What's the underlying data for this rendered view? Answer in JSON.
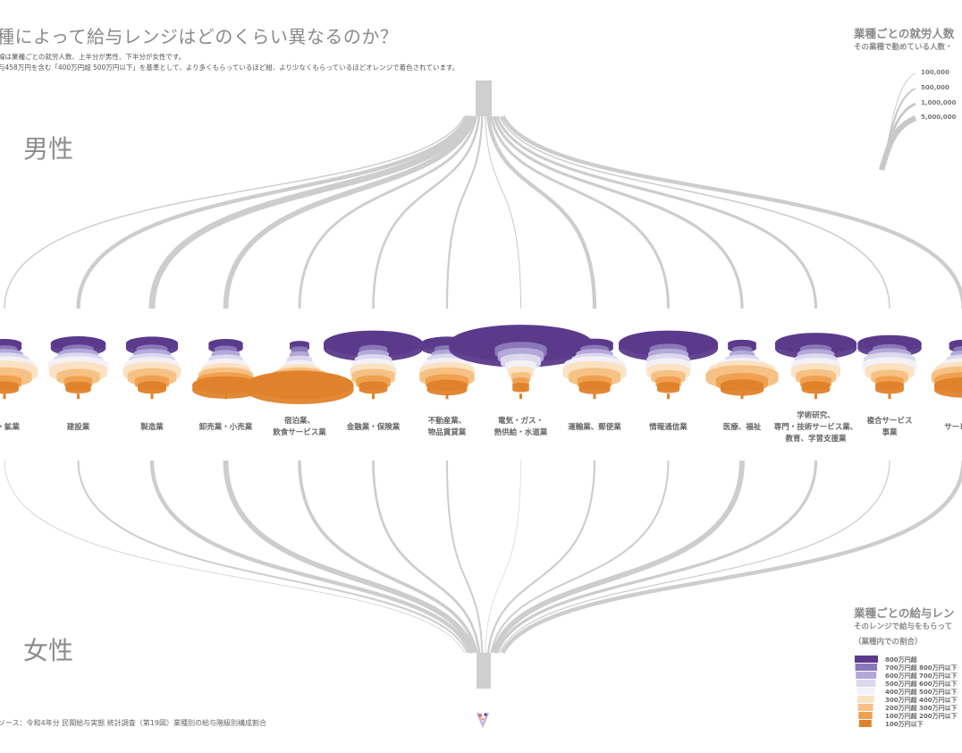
{
  "header": {
    "title": "種によって給与レンジはどのくらい異なるのか？",
    "subtitle1": "線は業種ごとの就労人数、上半分が男性、下半分が女性です。",
    "subtitle2": "与458万円を含む「400万円超 500万円以下」を基準として、より多くもらっているほど紺、より少なくもらっているほどオレンジで着色されています。"
  },
  "labels": {
    "male": "男性",
    "female": "女性"
  },
  "source": "ソース：令和4年分 民間給与実態 統計調査（第19図）業種別の給与階級別構成割合",
  "width_legend": {
    "title": "業種ごとの就労人数",
    "subtitle": "その業種で勤めている人数・",
    "items": [
      "100,000",
      "500,000",
      "1,000,000",
      "5,000,000"
    ]
  },
  "range_legend": {
    "title": "業種ごとの給与レン",
    "subtitle1": "そのレンジで給与をもらって",
    "subtitle2": "（業種内での割合）",
    "items": [
      "800万円超",
      "700万円超 800万円以下",
      "600万円超 700万円以下",
      "500万円超 600万円以下",
      "400万円超 500万円以下",
      "300万円超 400万円以下",
      "200万円超 300万円以下",
      "100万円超 200万円以下",
      "100万円以下"
    ],
    "colors": [
      "#5b3a8c",
      "#8a78b8",
      "#b3a8d8",
      "#dcd8ee",
      "#f3f1f7",
      "#fbe2c2",
      "#f6c184",
      "#f0a04f",
      "#e0822b"
    ]
  },
  "chart_data": {
    "type": "sankey-stack",
    "bracket_labels": [
      "800万円超",
      "700万円超 800万円以下",
      "600万円超 700万円以下",
      "500万円超 600万円以下",
      "400万円超 500万円以下",
      "300万円超 400万円以下",
      "200万円超 300万円以下",
      "100万円超 200万円以下",
      "100万円以下"
    ],
    "industries": [
      {
        "name": "産・鉱業",
        "male": 250000,
        "female": 70000,
        "dist": [
          8,
          5,
          9,
          13,
          17,
          19,
          15,
          8,
          6
        ]
      },
      {
        "name": "建設業",
        "male": 2300000,
        "female": 500000,
        "dist": [
          15,
          7,
          10,
          13,
          17,
          16,
          11,
          6,
          5
        ]
      },
      {
        "name": "製造業",
        "male": 5800000,
        "female": 2300000,
        "dist": [
          14,
          7,
          9,
          12,
          15,
          16,
          13,
          8,
          6
        ]
      },
      {
        "name": "卸売業・小売業",
        "male": 4200000,
        "female": 4300000,
        "dist": [
          8,
          4,
          6,
          8,
          11,
          13,
          15,
          16,
          19
        ]
      },
      {
        "name": "宿泊業、\n飲食サービス業",
        "male": 1000000,
        "female": 1600000,
        "dist": [
          3,
          2,
          3,
          5,
          7,
          10,
          15,
          22,
          33
        ]
      },
      {
        "name": "金融業・保険業",
        "male": 800000,
        "female": 900000,
        "dist": [
          30,
          6,
          7,
          9,
          11,
          12,
          11,
          8,
          6
        ]
      },
      {
        "name": "不動産業、\n物品賃貸業",
        "male": 600000,
        "female": 500000,
        "dist": [
          14,
          5,
          7,
          10,
          13,
          15,
          15,
          11,
          10
        ]
      },
      {
        "name": "電気・ガス・\n熱供給・水道業",
        "male": 150000,
        "female": 30000,
        "dist": [
          45,
          14,
          12,
          10,
          7,
          5,
          3,
          2,
          2
        ]
      },
      {
        "name": "運輸業、郵便業",
        "male": 2200000,
        "female": 600000,
        "dist": [
          9,
          6,
          9,
          12,
          17,
          18,
          14,
          8,
          7
        ]
      },
      {
        "name": "情報通信業",
        "male": 1100000,
        "female": 500000,
        "dist": [
          30,
          9,
          10,
          11,
          12,
          11,
          8,
          5,
          4
        ]
      },
      {
        "name": "医療、福祉",
        "male": 1300000,
        "female": 4300000,
        "dist": [
          6,
          3,
          5,
          8,
          13,
          19,
          21,
          14,
          11
        ]
      },
      {
        "name": "学術研究、\n専門・技術サービス業、\n教育、学習支援業",
        "male": 1200000,
        "female": 1300000,
        "dist": [
          24,
          7,
          9,
          11,
          13,
          13,
          10,
          7,
          6
        ]
      },
      {
        "name": "複合サービス\n事業",
        "male": 300000,
        "female": 200000,
        "dist": [
          18,
          8,
          11,
          14,
          15,
          13,
          9,
          6,
          6
        ]
      },
      {
        "name": "サービス業",
        "male": 2300000,
        "female": 2400000,
        "dist": [
          6,
          3,
          5,
          8,
          12,
          16,
          18,
          16,
          16
        ]
      }
    ]
  }
}
